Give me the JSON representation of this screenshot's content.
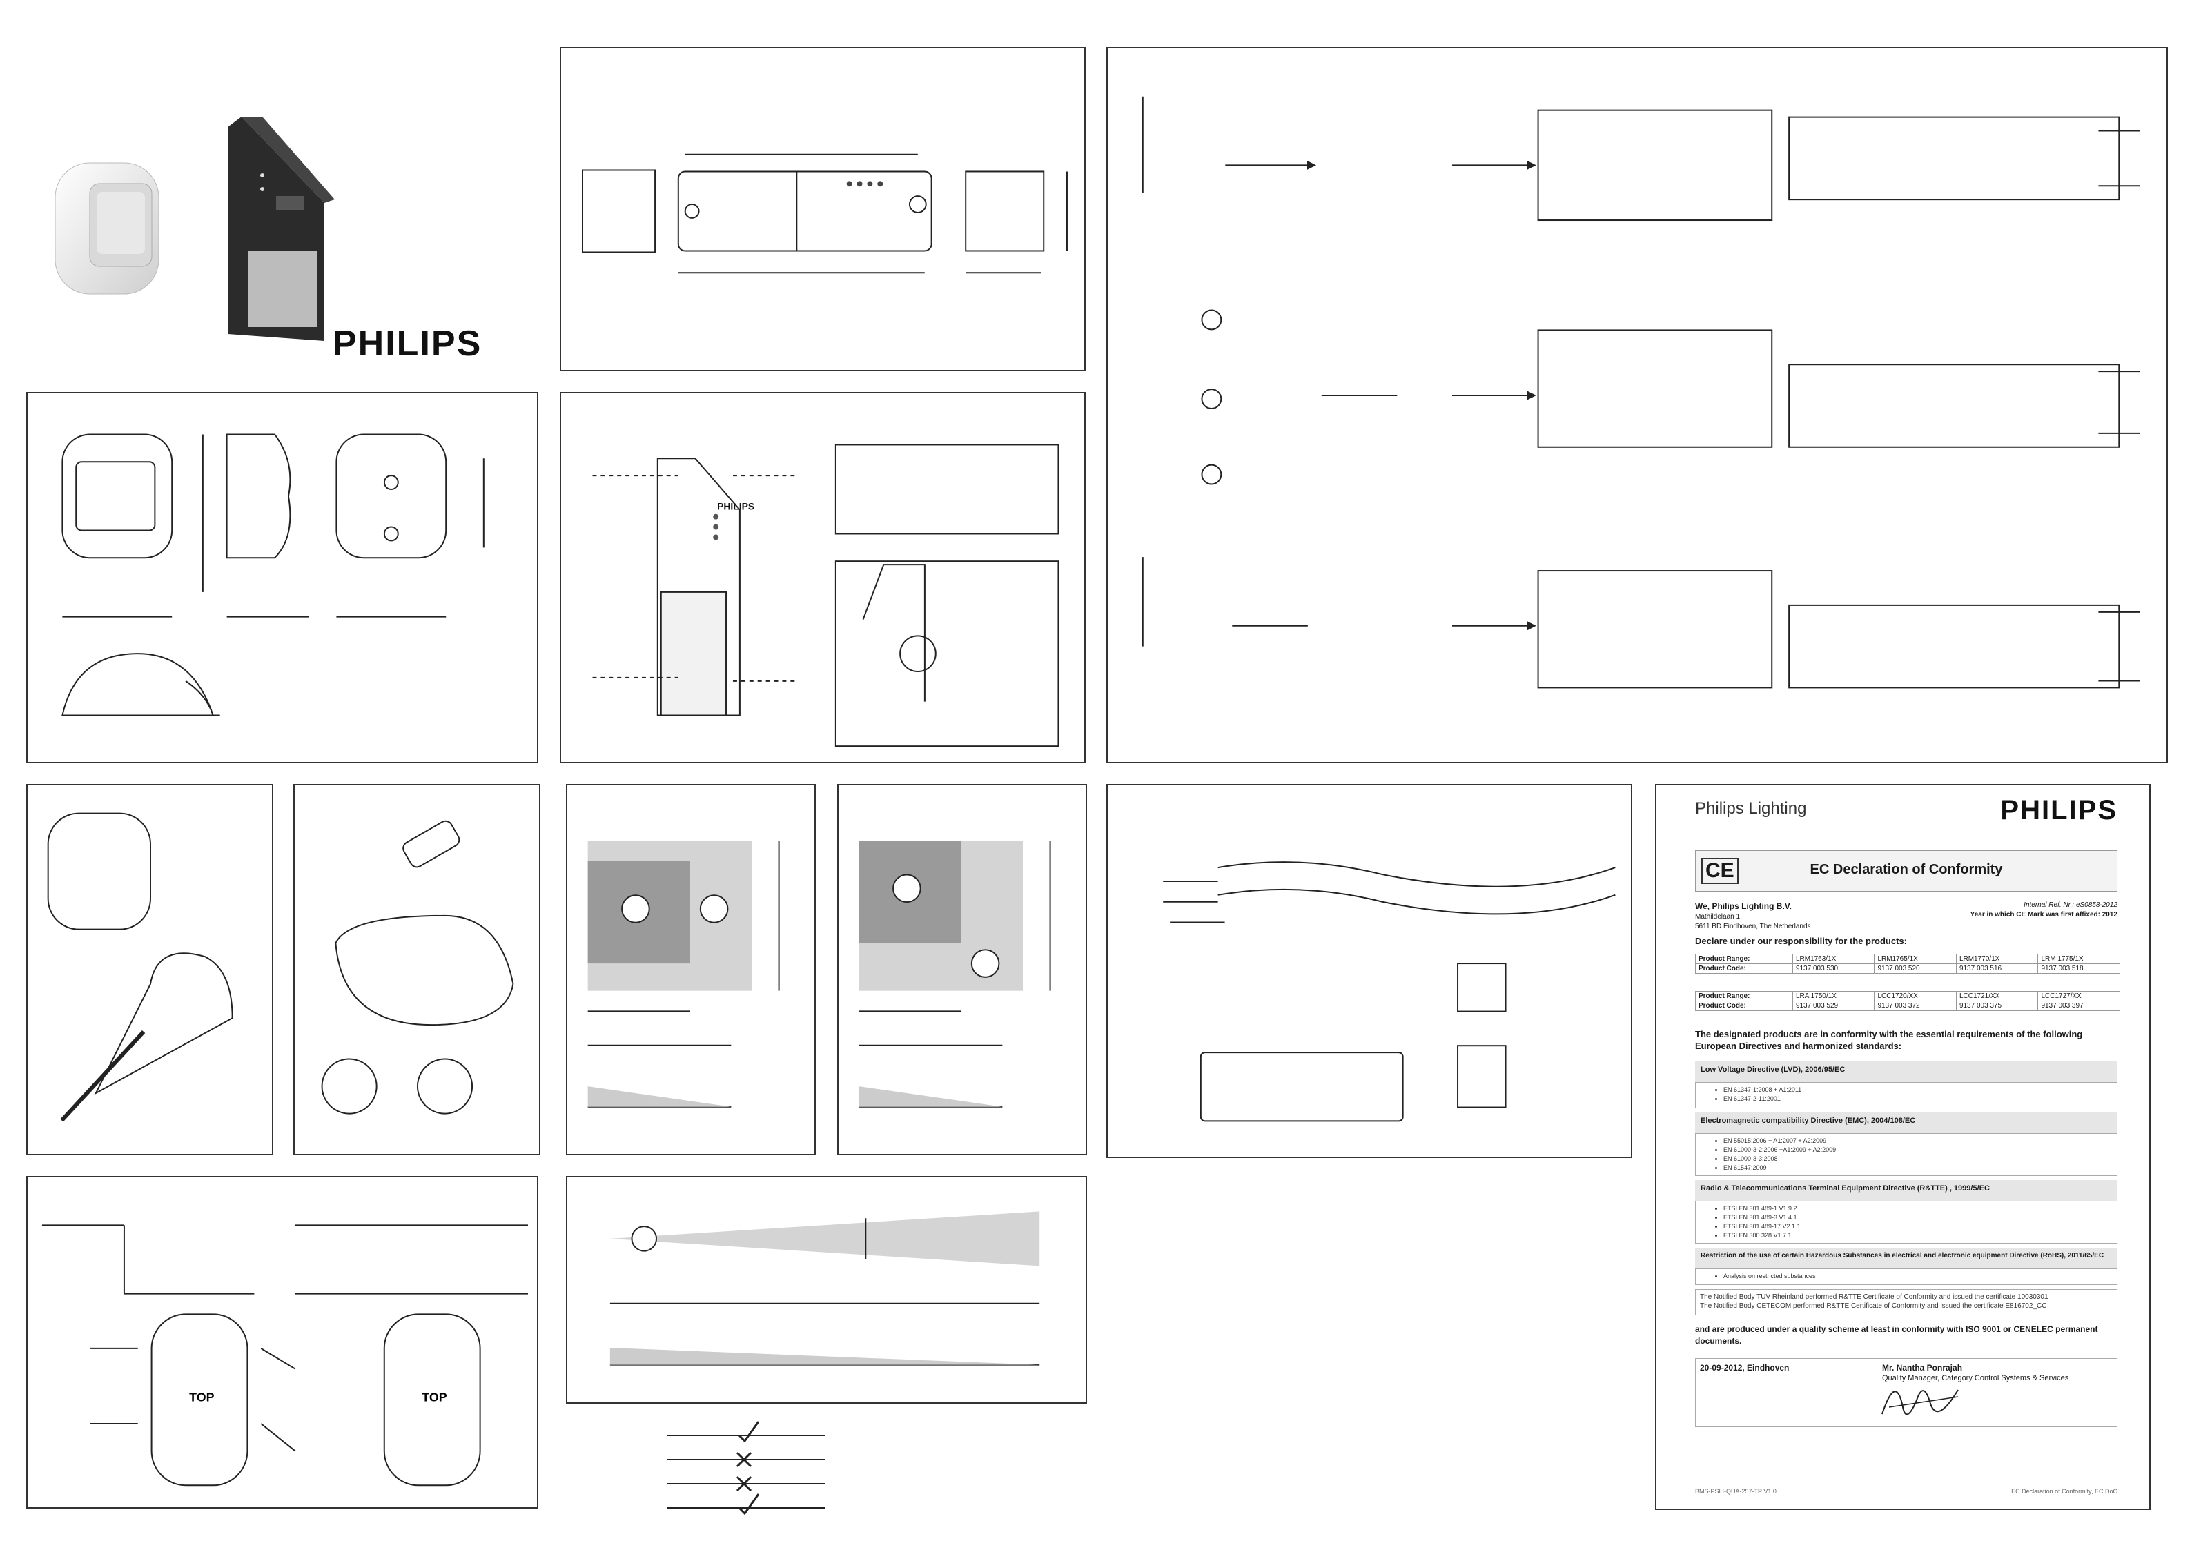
{
  "brand": {
    "logo": "PHILIPS"
  },
  "panel_top_center": {
    "sensor_brand": "PHILIPS"
  },
  "mounting_panel": {
    "top_label_left": "TOP",
    "top_label_right": "TOP"
  },
  "declaration": {
    "company": "Philips Lighting",
    "logo": "PHILIPS",
    "ce_mark": "CE",
    "heading": "EC Declaration of Conformity",
    "ref_line1": "Internal Ref. Nr.: eS0858-2012",
    "ref_line2": "Year in which CE Mark was first affixed: 2012",
    "we": "We, Philips Lighting B.V.",
    "addr1": "Mathildelaan 1,",
    "addr2": "5611 BD Eindhoven, The Netherlands",
    "declare": "Declare under our responsibility for the products:",
    "table1": {
      "rows": [
        [
          "Product Range:",
          "LRM1763/1X",
          "LRM1765/1X",
          "LRM1770/1X",
          "LRM 1775/1X"
        ],
        [
          "Product Code:",
          "9137 003 530",
          "9137 003 520",
          "9137 003 516",
          "9137 003 518"
        ]
      ]
    },
    "table2": {
      "rows": [
        [
          "Product Range:",
          "LRA 1750/1X",
          "LCC1720/XX",
          "LCC1721/XX",
          "LCC1727/XX"
        ],
        [
          "Product Code:",
          "9137 003 529",
          "9137 003 372",
          "9137 003 375",
          "9137 003 397"
        ]
      ]
    },
    "conformity": "The designated products are in conformity with the essential requirements of the following European Directives and harmonized standards:",
    "lvd_title": "Low Voltage Directive (LVD),     2006/95/EC",
    "lvd_items": [
      "EN 61347-1:2008 + A1:2011",
      "EN 61347-2-11:2001"
    ],
    "emc_title": "Electromagnetic compatibility Directive (EMC),     2004/108/EC",
    "emc_items": [
      "EN 55015:2006 + A1:2007 + A2:2009",
      "EN 61000-3-2:2006 +A1:2009 + A2:2009",
      "EN 61000-3-3:2008",
      "EN 61547:2009"
    ],
    "rtte_title": "Radio & Telecommunications Terminal Equipment  Directive (R&TTE) ,     1999/5/EC",
    "rtte_items": [
      "ETSI EN 301 489-1 V1.9.2",
      "ETSI EN 301 489-3 V1.4.1",
      "ETSI EN 301 489-17 V2.1.1",
      "ETSI EN 300 328 V1.7.1"
    ],
    "rohs_title": "Restriction of the use of certain Hazardous Substances in electrical and electronic equipment Directive  (RoHS),     2011/65/EC",
    "rohs_items": [
      "Analysis on restricted substances"
    ],
    "notified1": "The Notified Body TUV Rheinland performed R&TTE Certificate of Conformity and issued the certificate 10030301",
    "notified2": "The Notified Body CETECOM performed R&TTE Certificate of Conformity and issued the certificate E816702_CC",
    "quality": "and are produced under a quality scheme at least in conformity with ISO 9001 or CENELEC permanent documents.",
    "date_place": "20-09-2012, Eindhoven",
    "signer_name": "Mr. Nantha Ponrajah",
    "signer_title": "Quality Manager, Category Control Systems & Services",
    "footer_left": "BMS-PSLI-QUA-257-TP V1.0",
    "footer_right": "EC Declaration of Conformity, EC DoC"
  }
}
